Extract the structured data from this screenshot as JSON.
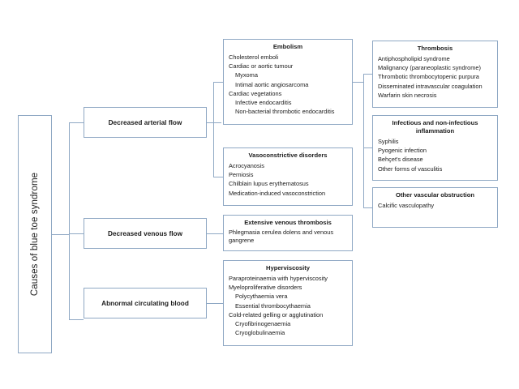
{
  "diagram": {
    "root": {
      "label": "Causes of blue toe syndrome"
    },
    "branches": [
      {
        "label": "Decreased arterial flow"
      },
      {
        "label": "Decreased venous flow"
      },
      {
        "label": "Abnormal circulating blood"
      }
    ],
    "groups": {
      "embolism": {
        "title": "Embolism",
        "items": [
          "Cholesterol emboli",
          "Cardiac or aortic tumour",
          "Myxoma",
          "Intimal aortic angiosarcoma",
          "Cardiac vegetations",
          "Infective endocarditis",
          "Non-bacterial thrombotic endocarditis"
        ]
      },
      "vasoconstrictive": {
        "title": "Vasoconstrictive disorders",
        "items": [
          "Acrocyanosis",
          "Perniosis",
          "Chilblain lupus erythematosus",
          "Medication-induced vasoconstriction"
        ]
      },
      "extensive_venous": {
        "title": "Extensive venous thrombosis",
        "items": [
          "Phlegmasia cerulea dolens and venous gangrene"
        ]
      },
      "hyperviscosity": {
        "title": "Hyperviscosity",
        "items": [
          "Paraproteinaemia with hyperviscosity",
          "Myeloproliferative disorders",
          "Polycythaemia vera",
          "Essential thrombocythaemia",
          "Cold-related gelling or agglutination",
          "Cryofibrinogenaemia",
          "Cryoglobulinaemia"
        ]
      },
      "thrombosis": {
        "title": "Thrombosis",
        "items": [
          "Antiphospholipid syndrome",
          "Malignancy (paraneoplastic syndrome)",
          "Thrombotic thrombocytopenic purpura",
          "Disseminated intravascular coagulation",
          "Warfarin skin necrosis"
        ]
      },
      "infectious": {
        "title": "Infectious and non-infectious inflammation",
        "items": [
          "Syphilis",
          "Pyogenic infection",
          "Behçet's disease",
          "Other forms of vasculitis"
        ]
      },
      "other_vascular": {
        "title": "Other vascular obstruction",
        "items": [
          "Calcific vasculopathy"
        ]
      }
    },
    "colors": {
      "border": "#8fa8c4",
      "connector": "#8fa8c4",
      "background": "#ffffff",
      "text": "#1a1a1a"
    }
  }
}
